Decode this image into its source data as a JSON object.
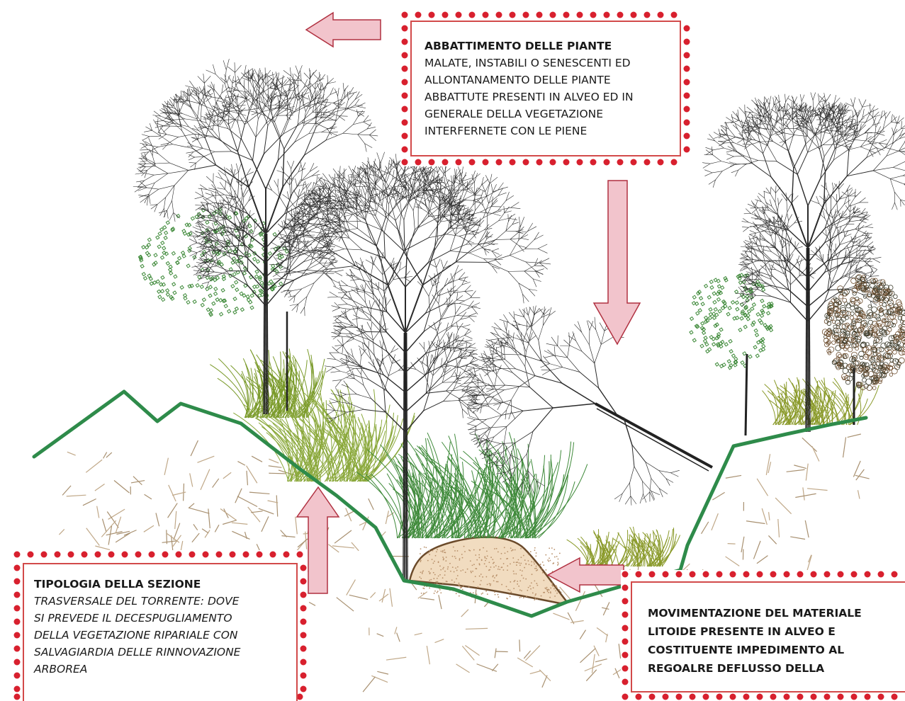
{
  "callouts": {
    "top": {
      "title": "ABBATTIMENTO DELLE PIANTE",
      "lines": [
        "MALATE, INSTABILI O SENESCENTI ED",
        "ALLONTANAMENTO DELLE PIANTE",
        "ABBATTUTE PRESENTI IN ALVEO ED IN",
        "GENERALE DELLA VEGETAZIONE",
        "INTERFERNETE CON LE PIENE"
      ]
    },
    "left": {
      "title": "TIPOLOGIA DELLA SEZIONE",
      "lines": [
        "TRASVERSALE DEL TORRENTE: DOVE",
        "SI PREVEDE IL DECESPUGLIAMENTO",
        "DELLA VEGETAZIONE RIPARIALE  CON",
        "SALVAGIARDIA DELLE RINNOVAZIONE",
        "ARBOREA"
      ]
    },
    "right": {
      "lines": [
        "MOVIMENTAZIONE  DEL MATERIALE",
        "LITOIDE PRESENTE IN ALVEO E",
        "COSTITUENTE IMPEDIMENTO AL",
        "REGOALRE DEFLUSSO DELLA"
      ]
    }
  },
  "colors": {
    "ground_line": "#2e8b4a",
    "arrow_fill": "#f2c4cc",
    "arrow_stroke": "#b03040",
    "dot_red": "#d8202e",
    "border_red": "#d24a4a",
    "trunk": "#222222",
    "branch": "#2a2a2a",
    "foliage": "#3f8a3a",
    "shrub": "#7a9a2a",
    "hatch": "#a89070",
    "sediment": "#f1dcc0"
  },
  "icons": {
    "arrow_left_top": "arrow-left-icon",
    "arrow_down": "arrow-down-icon",
    "arrow_up": "arrow-up-icon",
    "arrow_left_bottom": "arrow-left-icon"
  }
}
